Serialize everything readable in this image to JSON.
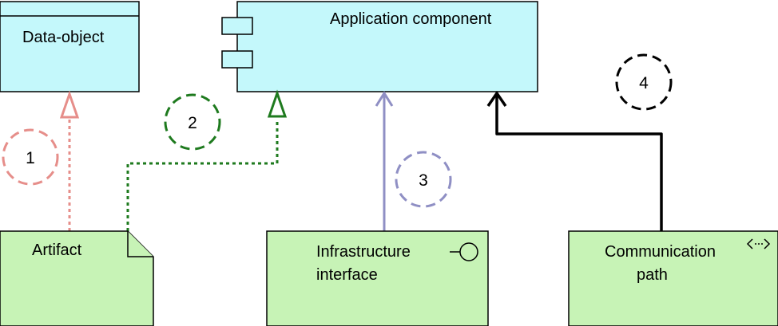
{
  "elements": {
    "data_object": {
      "label": "Data-object"
    },
    "application_component": {
      "label": "Application component"
    },
    "artifact": {
      "label": "Artifact"
    },
    "infrastructure_interface": {
      "label_line1": "Infrastructure",
      "label_line2": "interface"
    },
    "communication_path": {
      "label_line1": "Communication",
      "label_line2": "path"
    }
  },
  "markers": [
    "1",
    "2",
    "3",
    "4"
  ],
  "colors": {
    "app_fill": "#c4f8fb",
    "tech_fill": "#c7f3b6",
    "marker_1": "#e68e8a",
    "marker_2": "#1e7a1e",
    "marker_3": "#8f8fc4",
    "marker_4": "#000000"
  }
}
